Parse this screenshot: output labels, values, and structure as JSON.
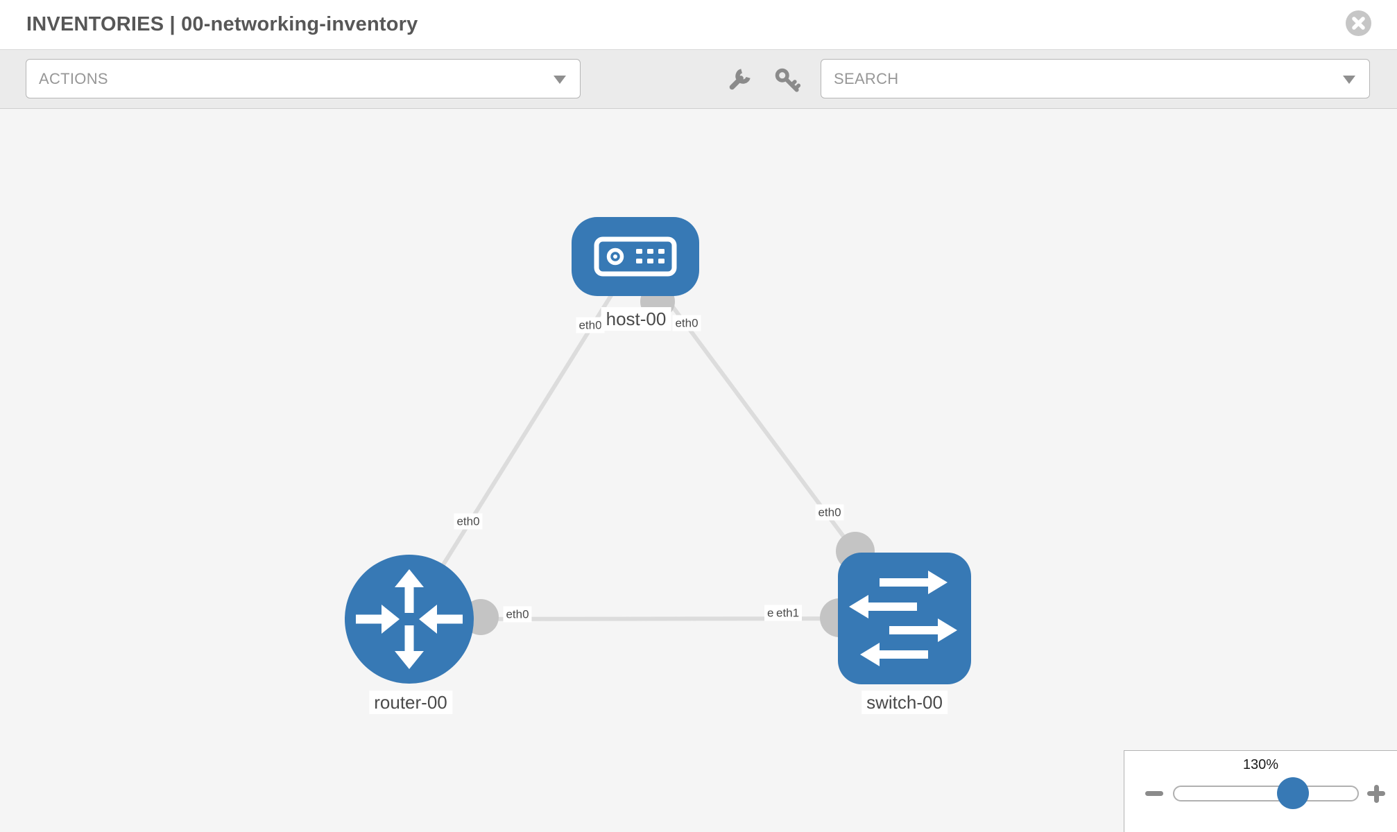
{
  "header": {
    "title": "INVENTORIES | 00-networking-inventory"
  },
  "toolbar": {
    "actions_label": "ACTIONS",
    "search_placeholder": "SEARCH"
  },
  "diagram": {
    "nodes": [
      {
        "id": "host-00",
        "type": "host",
        "label": "host-00"
      },
      {
        "id": "router-00",
        "type": "router",
        "label": "router-00"
      },
      {
        "id": "switch-00",
        "type": "switch",
        "label": "switch-00"
      }
    ],
    "links": [
      {
        "source": "host-00",
        "source_interface": "eth0",
        "target": "router-00",
        "target_interface": "eth0"
      },
      {
        "source": "host-00",
        "source_interface": "eth0",
        "target": "switch-00",
        "target_interface": "eth0"
      },
      {
        "source": "router-00",
        "source_interface": "eth0",
        "target": "switch-00",
        "target_interface": "eth1"
      }
    ],
    "occluded_interface_label": "eth0"
  },
  "zoom_control": {
    "level": "130%"
  },
  "icons": {
    "close": "circle-x-icon",
    "tools": "wrench-icon",
    "credentials": "key-icon",
    "dropdown_caret": "chevron-down-icon",
    "host_glyph": "server-icon",
    "router_glyph": "router-arrows-icon",
    "switch_glyph": "switch-arrows-icon",
    "zoom_out": "minus-icon",
    "zoom_in": "plus-icon"
  },
  "colors": {
    "node_blue": "#3779B5",
    "link_gray": "#DCDCDC",
    "interface_gray": "#C4C4C4",
    "canvas_bg": "#F5F5F5",
    "toolbar_bg": "#EBEBEB",
    "label_text": "#4A4A4A",
    "title_text": "#575757"
  }
}
